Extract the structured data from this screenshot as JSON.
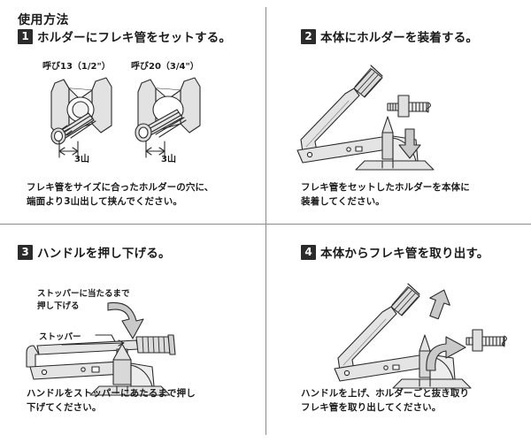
{
  "document": {
    "title": "使用方法"
  },
  "colors": {
    "line": "#2b2b2b",
    "divider": "#8b8b8b",
    "badge_bg": "#2b2b2b",
    "metal_light": "#f0f0f0",
    "metal_mid": "#d6d6d6",
    "metal_dark": "#b5b5b5",
    "arrow_fill": "#c9c9c9",
    "text": "#1a1a1a",
    "background": "#ffffff"
  },
  "panels": [
    {
      "number": "1",
      "title": "ホルダーにフレキ管をセットする。",
      "size_labels": [
        "呼び13（1/2\"）",
        "呼び20（3/4\"）"
      ],
      "dimension_labels": [
        "3山",
        "3山"
      ],
      "caption": "フレキ管をサイズに合ったホルダーの穴に、\n端面より3山出して挟んでください。"
    },
    {
      "number": "2",
      "title": "本体にホルダーを装着する。",
      "caption": "フレキ管をセットしたホルダーを本体に\n装着してください。"
    },
    {
      "number": "3",
      "title": "ハンドルを押し下げる。",
      "annotations": [
        "ストッパーに当たるまで\n押し下げる",
        "ストッパー"
      ],
      "caption": "ハンドルをストッパーにあたるまで押し\n下げてください。"
    },
    {
      "number": "4",
      "title": "本体からフレキ管を取り出す。",
      "caption": "ハンドルを上げ、ホルダーごと抜き取り\nフレキ管を取り出してください。"
    }
  ],
  "icons": {
    "arrow_down": "arrow-down-icon",
    "arrow_up": "arrow-up-icon",
    "arrow_curved": "curved-arrow-icon",
    "holder": "holder-icon",
    "flex_pipe": "flexible-pipe-icon",
    "tool_body": "tool-body-icon"
  }
}
